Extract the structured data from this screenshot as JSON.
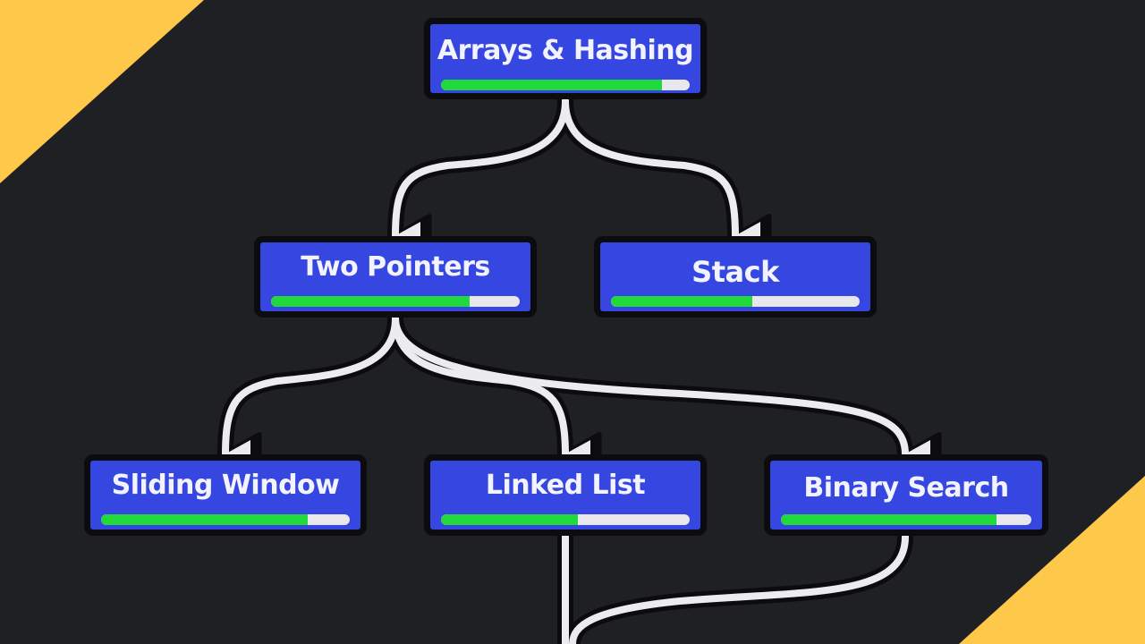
{
  "theme": {
    "background": "#1f2024",
    "corner_accent": "#fec84a",
    "node_fill": "#3547e0",
    "node_border": "#0c0c0e",
    "progress_fill": "#21d93a",
    "progress_track": "#e8e8ec",
    "edge_color": "#ececee"
  },
  "nodes": [
    {
      "id": "arrays-hashing",
      "label": "Arrays & Hashing",
      "progress": 0.89
    },
    {
      "id": "two-pointers",
      "label": "Two Pointers",
      "progress": 0.8
    },
    {
      "id": "stack",
      "label": "Stack",
      "progress": 0.57
    },
    {
      "id": "sliding-window",
      "label": "Sliding Window",
      "progress": 0.83
    },
    {
      "id": "linked-list",
      "label": "Linked List",
      "progress": 0.55
    },
    {
      "id": "binary-search",
      "label": "Binary Search",
      "progress": 0.86
    }
  ],
  "edges": [
    {
      "from": "arrays-hashing",
      "to": "two-pointers"
    },
    {
      "from": "arrays-hashing",
      "to": "stack"
    },
    {
      "from": "two-pointers",
      "to": "sliding-window"
    },
    {
      "from": "two-pointers",
      "to": "linked-list"
    },
    {
      "from": "two-pointers",
      "to": "binary-search"
    },
    {
      "from": "linked-list",
      "to": "off-canvas-below"
    },
    {
      "from": "binary-search",
      "to": "off-canvas-below"
    }
  ]
}
